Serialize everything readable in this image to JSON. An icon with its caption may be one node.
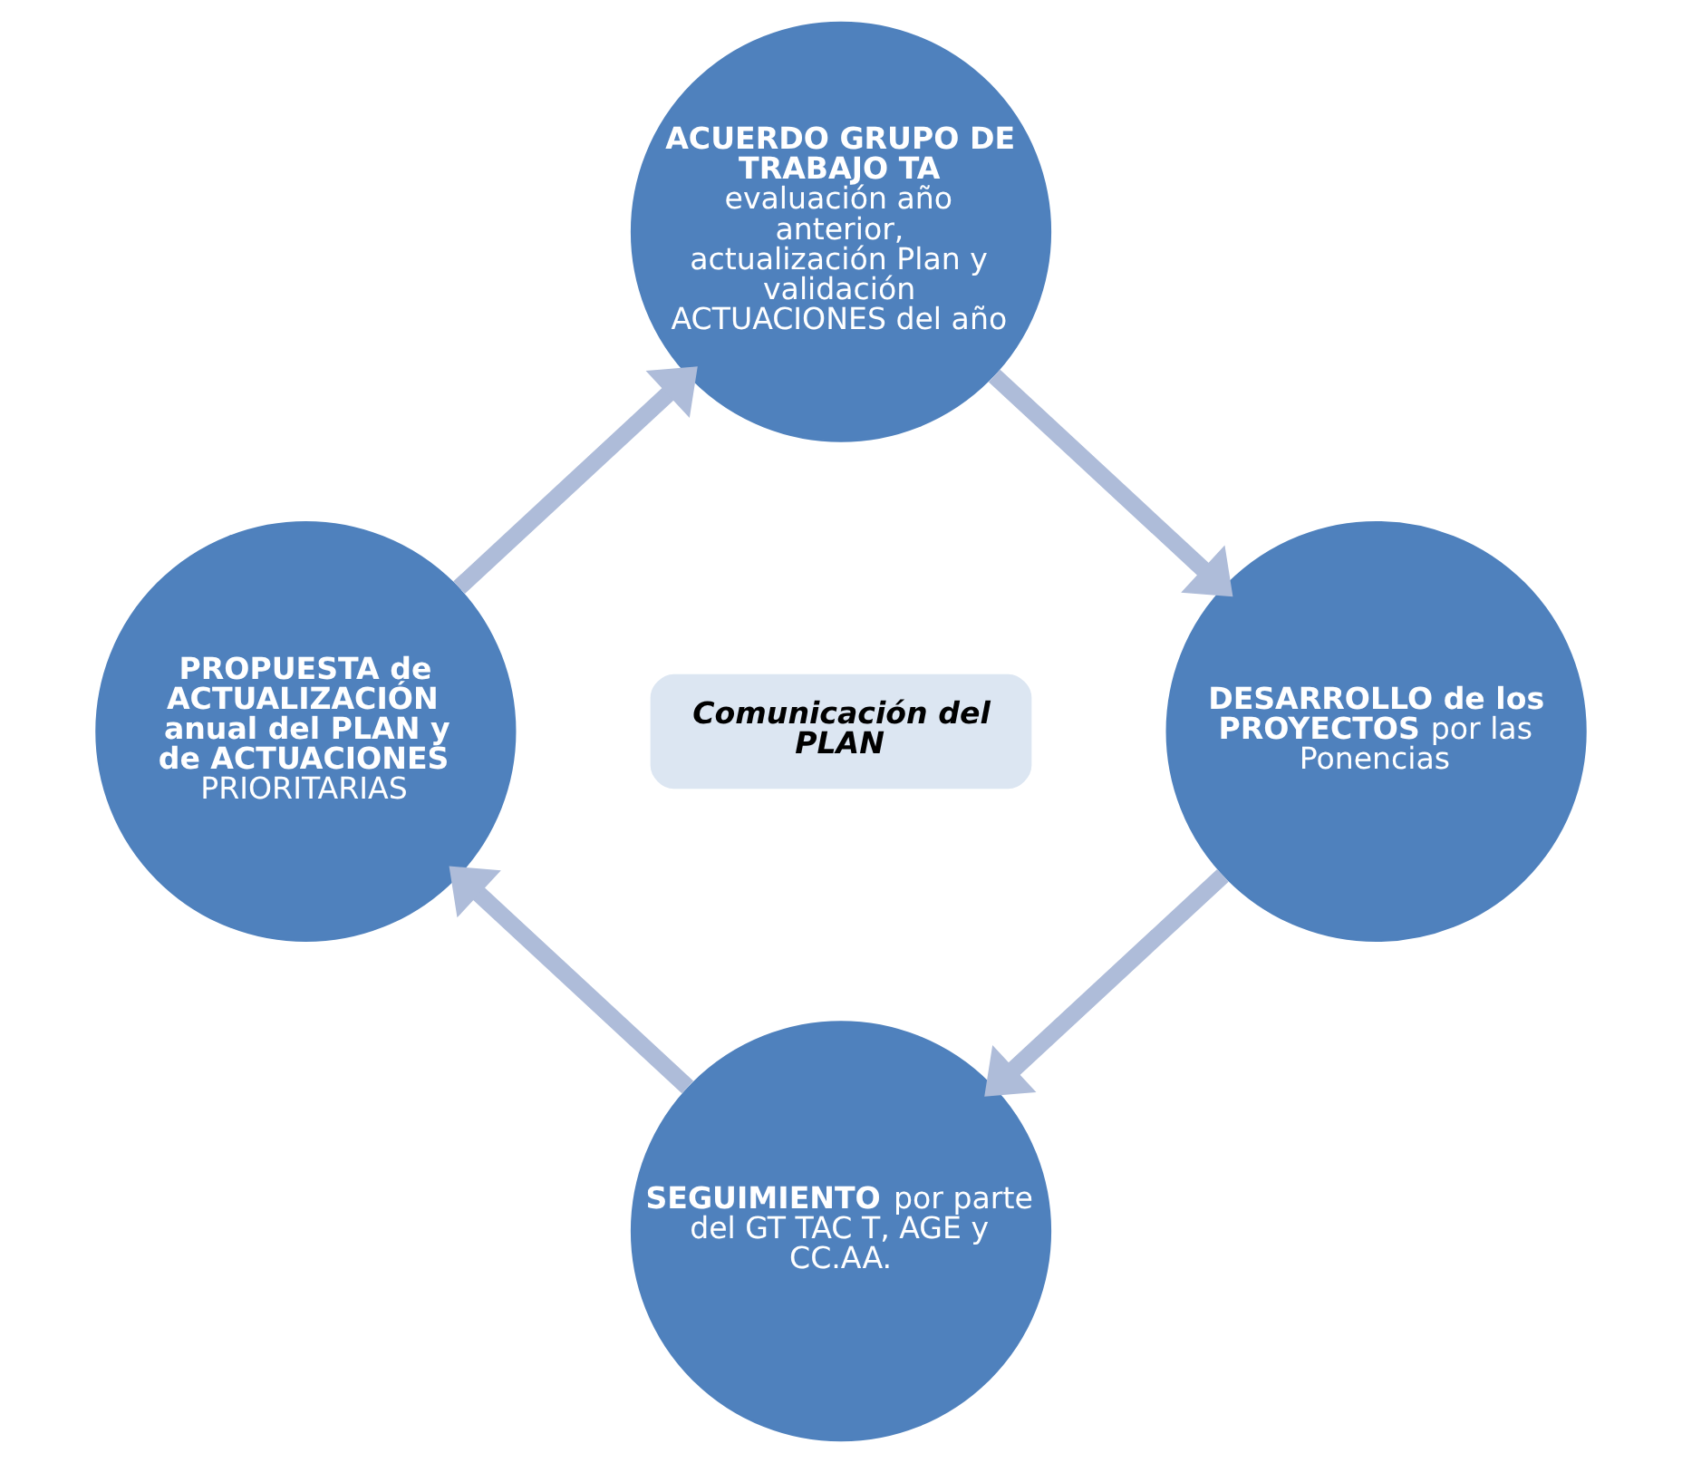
{
  "diagram": {
    "nodes": [
      {
        "text": [
          "ACUERDO GRUPO DE TRABAJO TA",
          "evaluación año anterior, actualización Plan y validación ACTUACIONES del año"
        ]
      },
      {
        "text": [
          "**DESARROLLO de los PROYECTOS** por las Ponencias"
        ]
      },
      {
        "text": [
          "**SEGUIMIENTO** por parte del GT TAC T, AGE y CC.AA."
        ]
      },
      {
        "text": [
          "PROPUESTA de ACTUALIZACIÓN anual del PLAN y de ACTUACIONES",
          "PRIORITARIAS"
        ]
      },
      {
        "text": [
          "Comunicación del PLAN"
        ]
      }
    ],
    "edges": [
      {
        "from": 0,
        "to": 1,
        "arrow": "to"
      },
      {
        "from": 1,
        "to": 2,
        "arrow": "to"
      },
      {
        "from": 2,
        "to": 3,
        "arrow": "to"
      },
      {
        "from": 3,
        "to": 0,
        "arrow": "to"
      }
    ]
  }
}
